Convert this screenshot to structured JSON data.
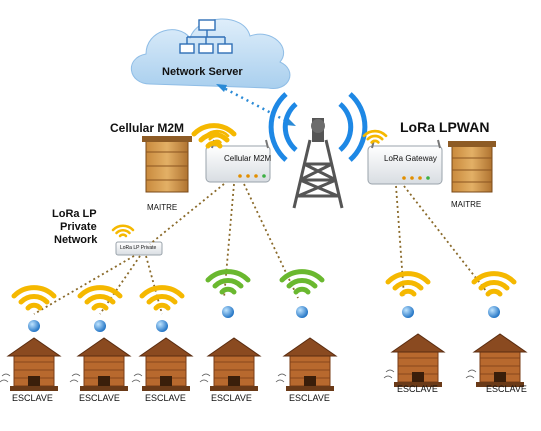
{
  "cloud": {
    "label": "Network Server"
  },
  "titles": {
    "cellular": "Cellular M2M",
    "lora_lpwan": "LoRa LPWAN",
    "lora_lp_line1": "LoRa LP",
    "lora_lp_line2": "Private",
    "lora_lp_line3": "Network"
  },
  "devices": {
    "cellular_router": "Cellular M2M",
    "lora_gateway": "LoRa Gateway",
    "lora_private_box": "LoRa LP Private"
  },
  "hives": {
    "maitre_label": "MAITRE",
    "esclave_label": "ESCLAVE"
  },
  "colors": {
    "wifi_orange": "#f5b800",
    "wifi_green": "#6ab82f",
    "tower_blue": "#1e88e5",
    "link_dotted": "#8a6a2a",
    "cloud_link": "#2a8ad6"
  }
}
